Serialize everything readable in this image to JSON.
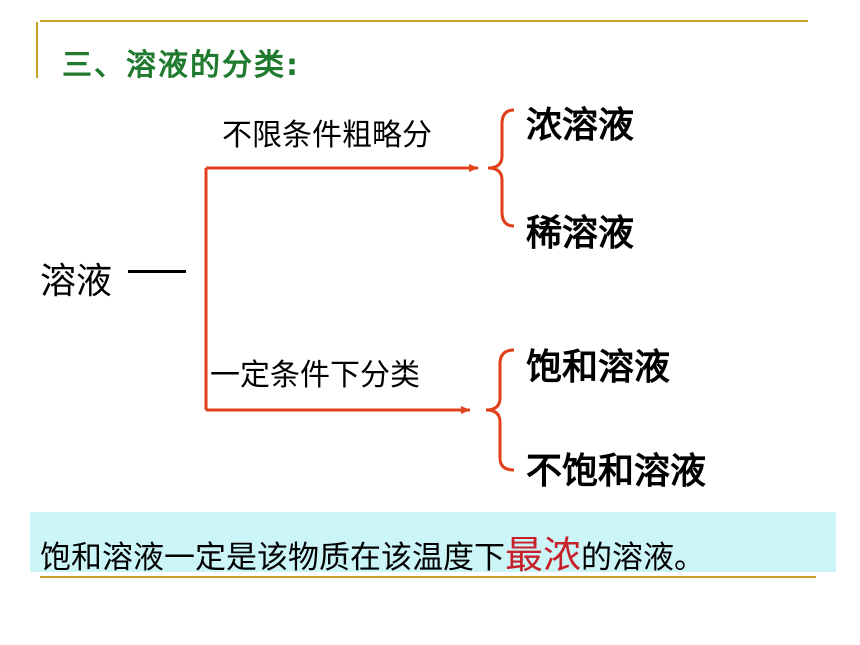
{
  "title": "三、溶液的分类:",
  "root": "溶液",
  "branches": [
    {
      "label": "不限条件粗略分",
      "leaves": [
        "浓溶液",
        "稀溶液"
      ]
    },
    {
      "label": "一定条件下分类",
      "leaves": [
        "饱和溶液",
        "不饱和溶液"
      ]
    }
  ],
  "note": {
    "before": "饱和溶液一定是该物质在该温度下",
    "emphasis": "最浓",
    "after": "的溶液。"
  },
  "colors": {
    "title": "#1f7a2e",
    "connector": "#e0401a",
    "emphasis": "#c8202a",
    "note_background": "#ccf5f7",
    "rule": "#c8a02a"
  }
}
